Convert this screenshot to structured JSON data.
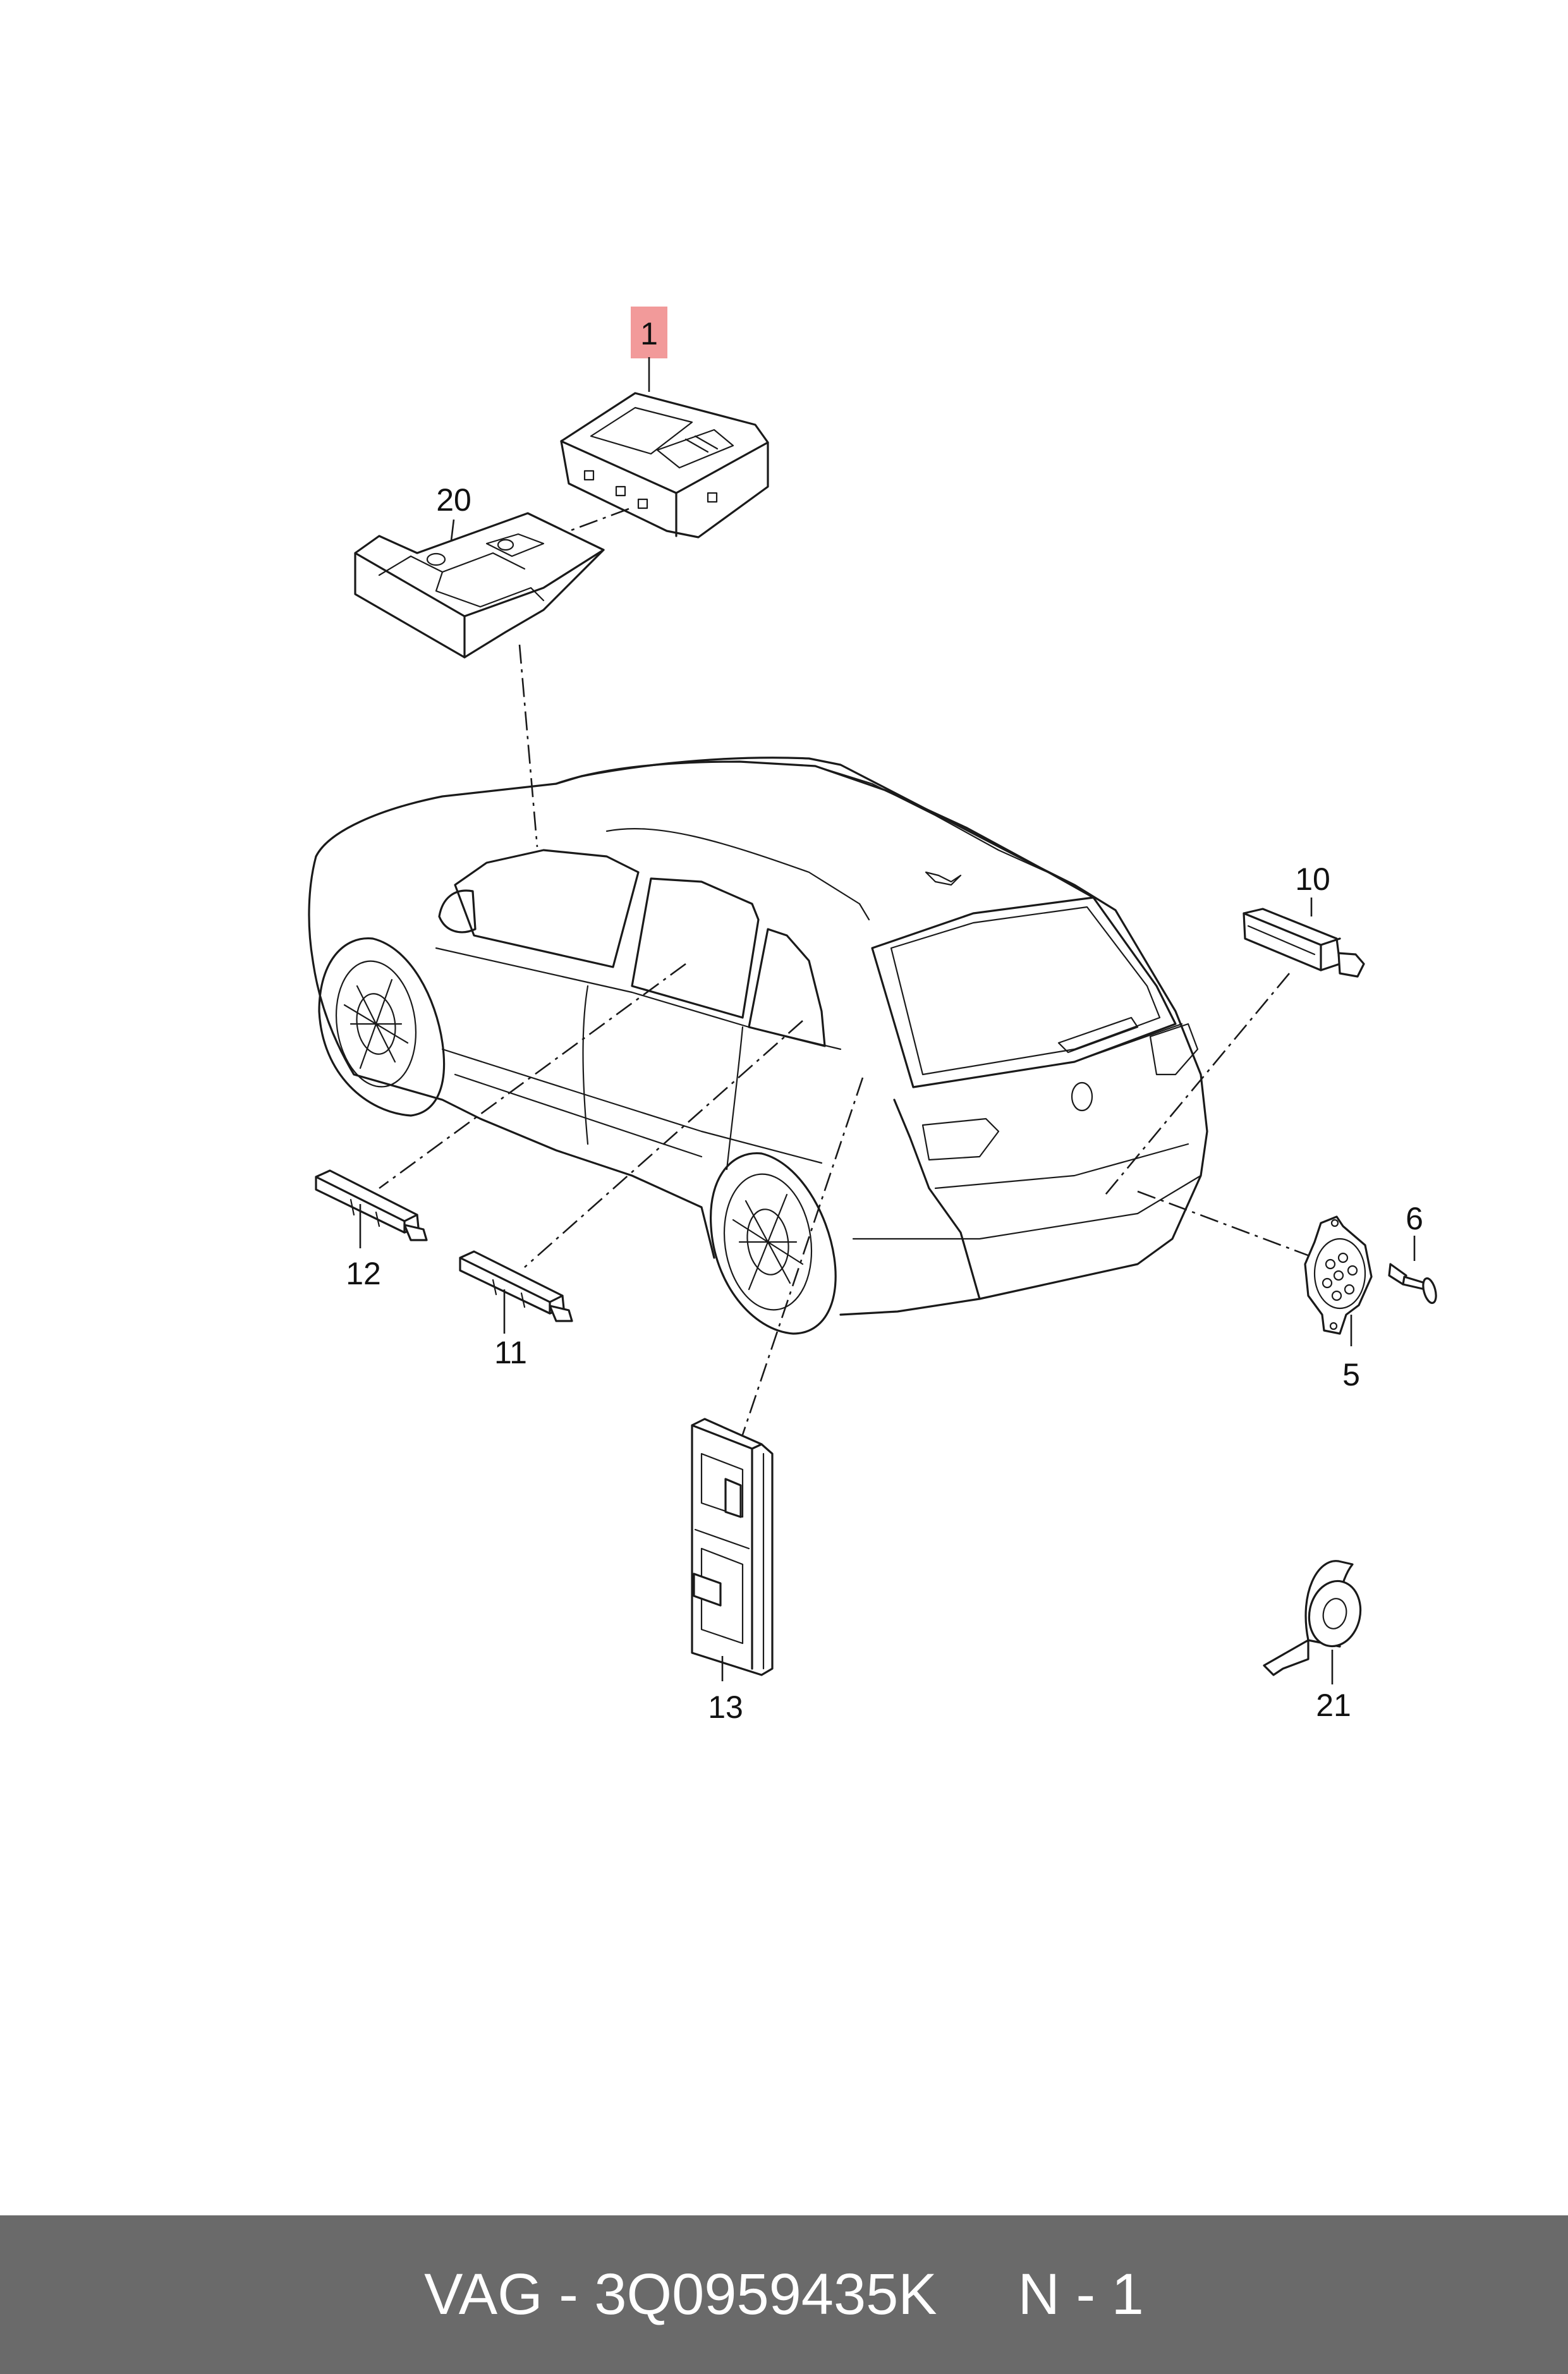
{
  "callouts": {
    "c1": "1",
    "c20": "20",
    "c10": "10",
    "c12": "12",
    "c11": "11",
    "c6": "6",
    "c5": "5",
    "c13": "13",
    "c21": "21"
  },
  "highlight_color": "#f29a9a",
  "footer": {
    "label": "VAG - 3Q0959435K     N - 1",
    "background": "#6a6a6a"
  }
}
